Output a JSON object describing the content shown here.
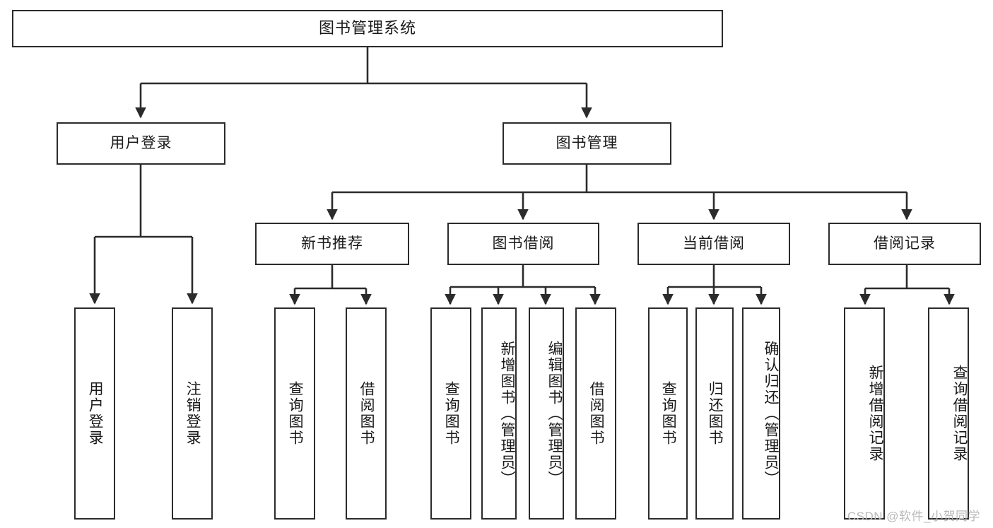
{
  "diagram": {
    "type": "tree",
    "title": "图书管理系统",
    "watermark": "CSDN @软件_小贺同学",
    "colors": {
      "background": "#ffffff",
      "stroke": "#2b2b2b",
      "text": "#1a1a1a",
      "watermark": "#b9b9b9"
    },
    "nodes": {
      "root": {
        "label": "图书管理系统"
      },
      "level1": [
        {
          "id": "user-login",
          "label": "用户登录"
        },
        {
          "id": "book-manage",
          "label": "图书管理"
        }
      ],
      "level2": [
        {
          "id": "new-book-recommend",
          "label": "新书推荐",
          "parent": "book-manage"
        },
        {
          "id": "book-borrow",
          "label": "图书借阅",
          "parent": "book-manage"
        },
        {
          "id": "current-borrow",
          "label": "当前借阅",
          "parent": "book-manage"
        },
        {
          "id": "borrow-record",
          "label": "借阅记录",
          "parent": "book-manage"
        }
      ],
      "leaves": [
        {
          "id": "leaf-user-login",
          "label": "用户登录",
          "parent": "user-login"
        },
        {
          "id": "leaf-user-logout",
          "label": "注销登录",
          "parent": "user-login"
        },
        {
          "id": "leaf-query-book-1",
          "label": "查询图书",
          "parent": "new-book-recommend"
        },
        {
          "id": "leaf-borrow-book-1",
          "label": "借阅图书",
          "parent": "new-book-recommend"
        },
        {
          "id": "leaf-query-book-2",
          "label": "查询图书",
          "parent": "book-borrow"
        },
        {
          "id": "leaf-add-book",
          "label": "新增图书（管理员）",
          "parent": "book-borrow"
        },
        {
          "id": "leaf-edit-book",
          "label": "编辑图书（管理员）",
          "parent": "book-borrow"
        },
        {
          "id": "leaf-borrow-book-2",
          "label": "借阅图书",
          "parent": "book-borrow"
        },
        {
          "id": "leaf-query-book-3",
          "label": "查询图书",
          "parent": "current-borrow"
        },
        {
          "id": "leaf-return-book",
          "label": "归还图书",
          "parent": "current-borrow"
        },
        {
          "id": "leaf-confirm-return",
          "label": "确认归还（管理员）",
          "parent": "current-borrow"
        },
        {
          "id": "leaf-add-record",
          "label": "新增借阅记录",
          "parent": "borrow-record"
        },
        {
          "id": "leaf-query-record",
          "label": "查询借阅记录",
          "parent": "borrow-record"
        }
      ]
    }
  }
}
